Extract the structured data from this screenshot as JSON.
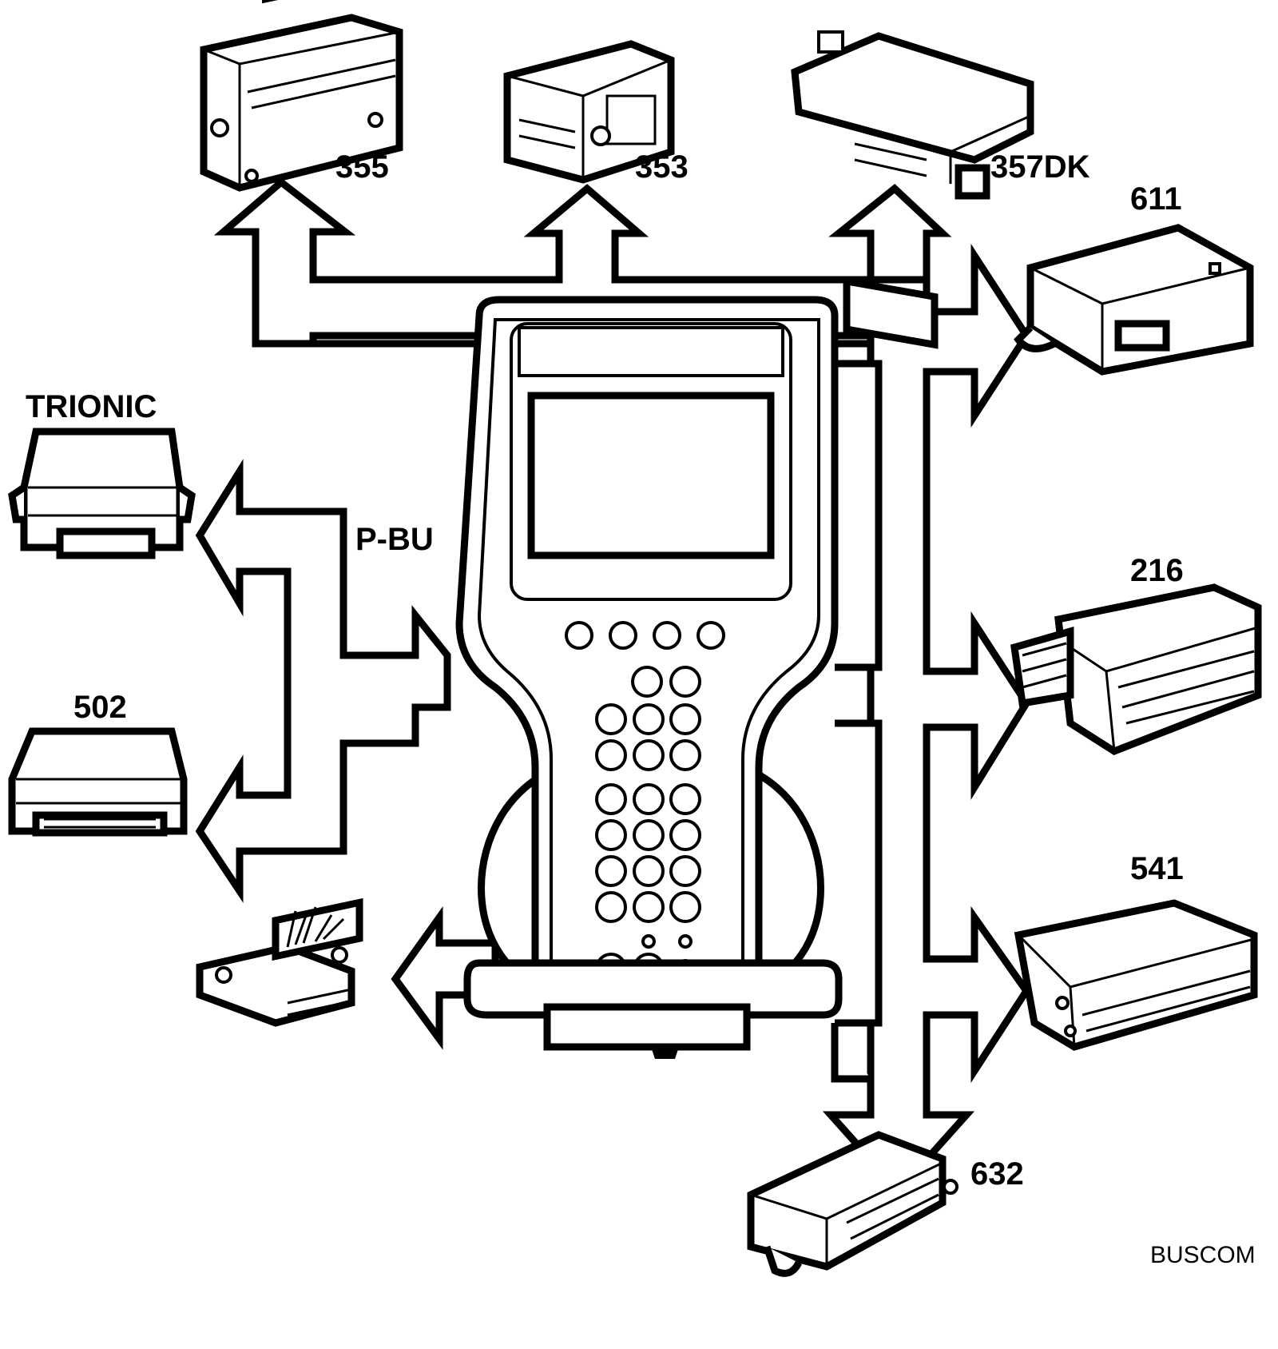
{
  "diagram": {
    "modules": {
      "m355": "355",
      "m353": "353",
      "m357dk": "357DK",
      "m611": "611",
      "trionic": "TRIONIC",
      "m502": "502",
      "m216": "216",
      "m541": "541",
      "m632": "632"
    },
    "bus_label": "P-BU",
    "figure_code": "BUSCOM"
  }
}
